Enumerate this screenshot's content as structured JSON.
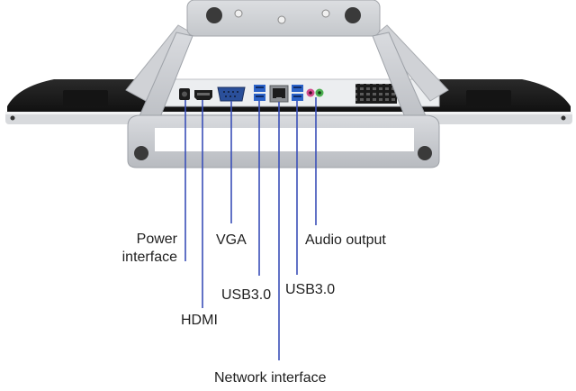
{
  "colors": {
    "leader_line": "#3a4fb8",
    "stand": "#c9ccd1",
    "stand_edge": "#9ea2a8",
    "bezel": "#1c1c1c",
    "panel": "#e6e8ea",
    "foot": "#3a3a3a"
  },
  "labels": {
    "power": [
      "Power",
      "interface"
    ],
    "hdmi": "HDMI",
    "vga": "VGA",
    "usb_left": "USB3.0",
    "network": "Network interface",
    "usb_right": "USB3.0",
    "audio": "Audio output"
  },
  "icons": [
    "power-port-icon",
    "hdmi-port-icon",
    "vga-port-icon",
    "usb-port-icon",
    "ethernet-port-icon",
    "audio-jack-icon",
    "vent-grille-icon"
  ]
}
